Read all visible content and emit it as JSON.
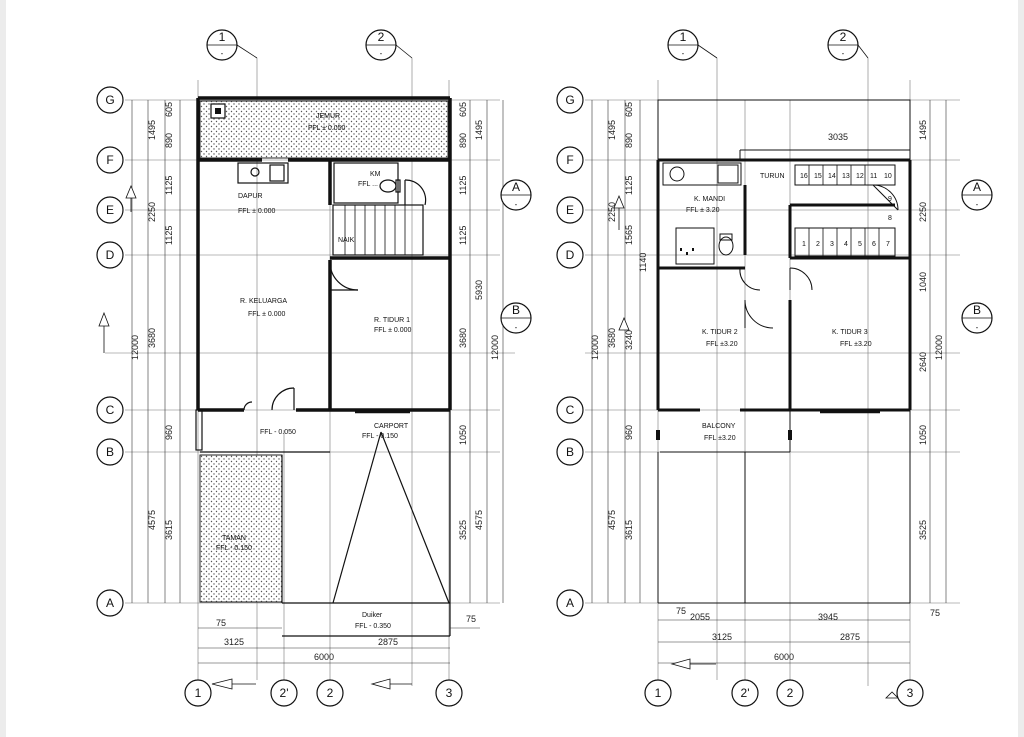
{
  "plans": [
    {
      "rooms": {
        "jemur": "JEMUR",
        "jemur_ffl": "FFL ± 0.050",
        "dapur": "DAPUR",
        "dapur_ffl": "FFL ± 0.000",
        "km": "KM",
        "km_ffl": "FFL ...",
        "naik": "NAIK",
        "keluarga": "R. KELUARGA",
        "keluarga_ffl": "FFL ± 0.000",
        "tidur1": "R. TIDUR 1",
        "tidur1_ffl": "FFL ± 0.000",
        "teras_ffl": "FFL - 0.050",
        "carport": "CARPORT",
        "carport_ffl": "FFL - 0.150",
        "taman": "TAMAN",
        "taman_ffl": "FFL - 0.150",
        "duiker": "Duiker",
        "duiker_ffl": "FFL - 0.350"
      },
      "dims": {
        "left_outer": "12000",
        "left_a": "1495",
        "left_a1": "605",
        "left_a2": "890",
        "left_b": "2250",
        "left_b1": "1125",
        "left_b2": "1125",
        "left_c": "3680",
        "left_d": "960",
        "left_e": "4575",
        "left_e1": "3615",
        "right_outer": "12000",
        "right_a": "1495",
        "right_a1": "605",
        "right_a2": "890",
        "right_b1": "1125",
        "right_b2": "1125",
        "right_total": "5930",
        "right_c": "3680",
        "right_d": "1050",
        "right_e": "4575",
        "right_e1": "3525",
        "bot_75a": "75",
        "bot_75b": "75",
        "bot_3125": "3125",
        "bot_2875": "2875",
        "bot_6000": "6000"
      },
      "bottom_grid": [
        "1",
        "2'",
        "2",
        "3"
      ]
    },
    {
      "rooms": {
        "turun": "TURUN",
        "w3035": "3035",
        "kmandi": "K. MANDI",
        "kmandi_ffl": "FFL ± 3.20",
        "tidur2": "K. TIDUR 2",
        "tidur2_ffl": "FFL ±3.20",
        "tidur3": "K. TIDUR 3",
        "tidur3_ffl": "FFL ±3.20",
        "balcony": "BALCONY",
        "balcony_ffl": "FFL ±3.20"
      },
      "stair_upper": [
        "16",
        "15",
        "14",
        "13",
        "12",
        "11",
        "10"
      ],
      "stair_lower": [
        "1",
        "2",
        "3",
        "4",
        "5",
        "6",
        "7"
      ],
      "stair_side": [
        "9",
        "8"
      ],
      "dims": {
        "left_outer": "12000",
        "left_a": "1495",
        "left_a1": "605",
        "left_a2": "890",
        "left_b": "2250",
        "left_b1": "1125",
        "left_b2": "1565",
        "left_b3": "1140",
        "left_c": "3680",
        "left_c1": "3240",
        "left_d": "960",
        "left_e": "4575",
        "left_e1": "3615",
        "right_outer": "12000",
        "right_a": "1495",
        "right_b": "2250",
        "right_c1": "1040",
        "right_c2": "2640",
        "right_d": "1050",
        "right_e": "3525",
        "bot_75a": "75",
        "bot_75b": "75",
        "bot_2055": "2055",
        "bot_3945": "3945",
        "bot_3125": "3125",
        "bot_2875": "2875",
        "bot_6000": "6000"
      },
      "bottom_grid": [
        "1",
        "2'",
        "2",
        "3"
      ]
    }
  ],
  "grid_rows": [
    "G",
    "F",
    "E",
    "D",
    "C",
    "B",
    "A"
  ],
  "grid_cols": [
    "1",
    "2"
  ],
  "section_marks": [
    "A",
    "B"
  ],
  "section_sub": "-"
}
